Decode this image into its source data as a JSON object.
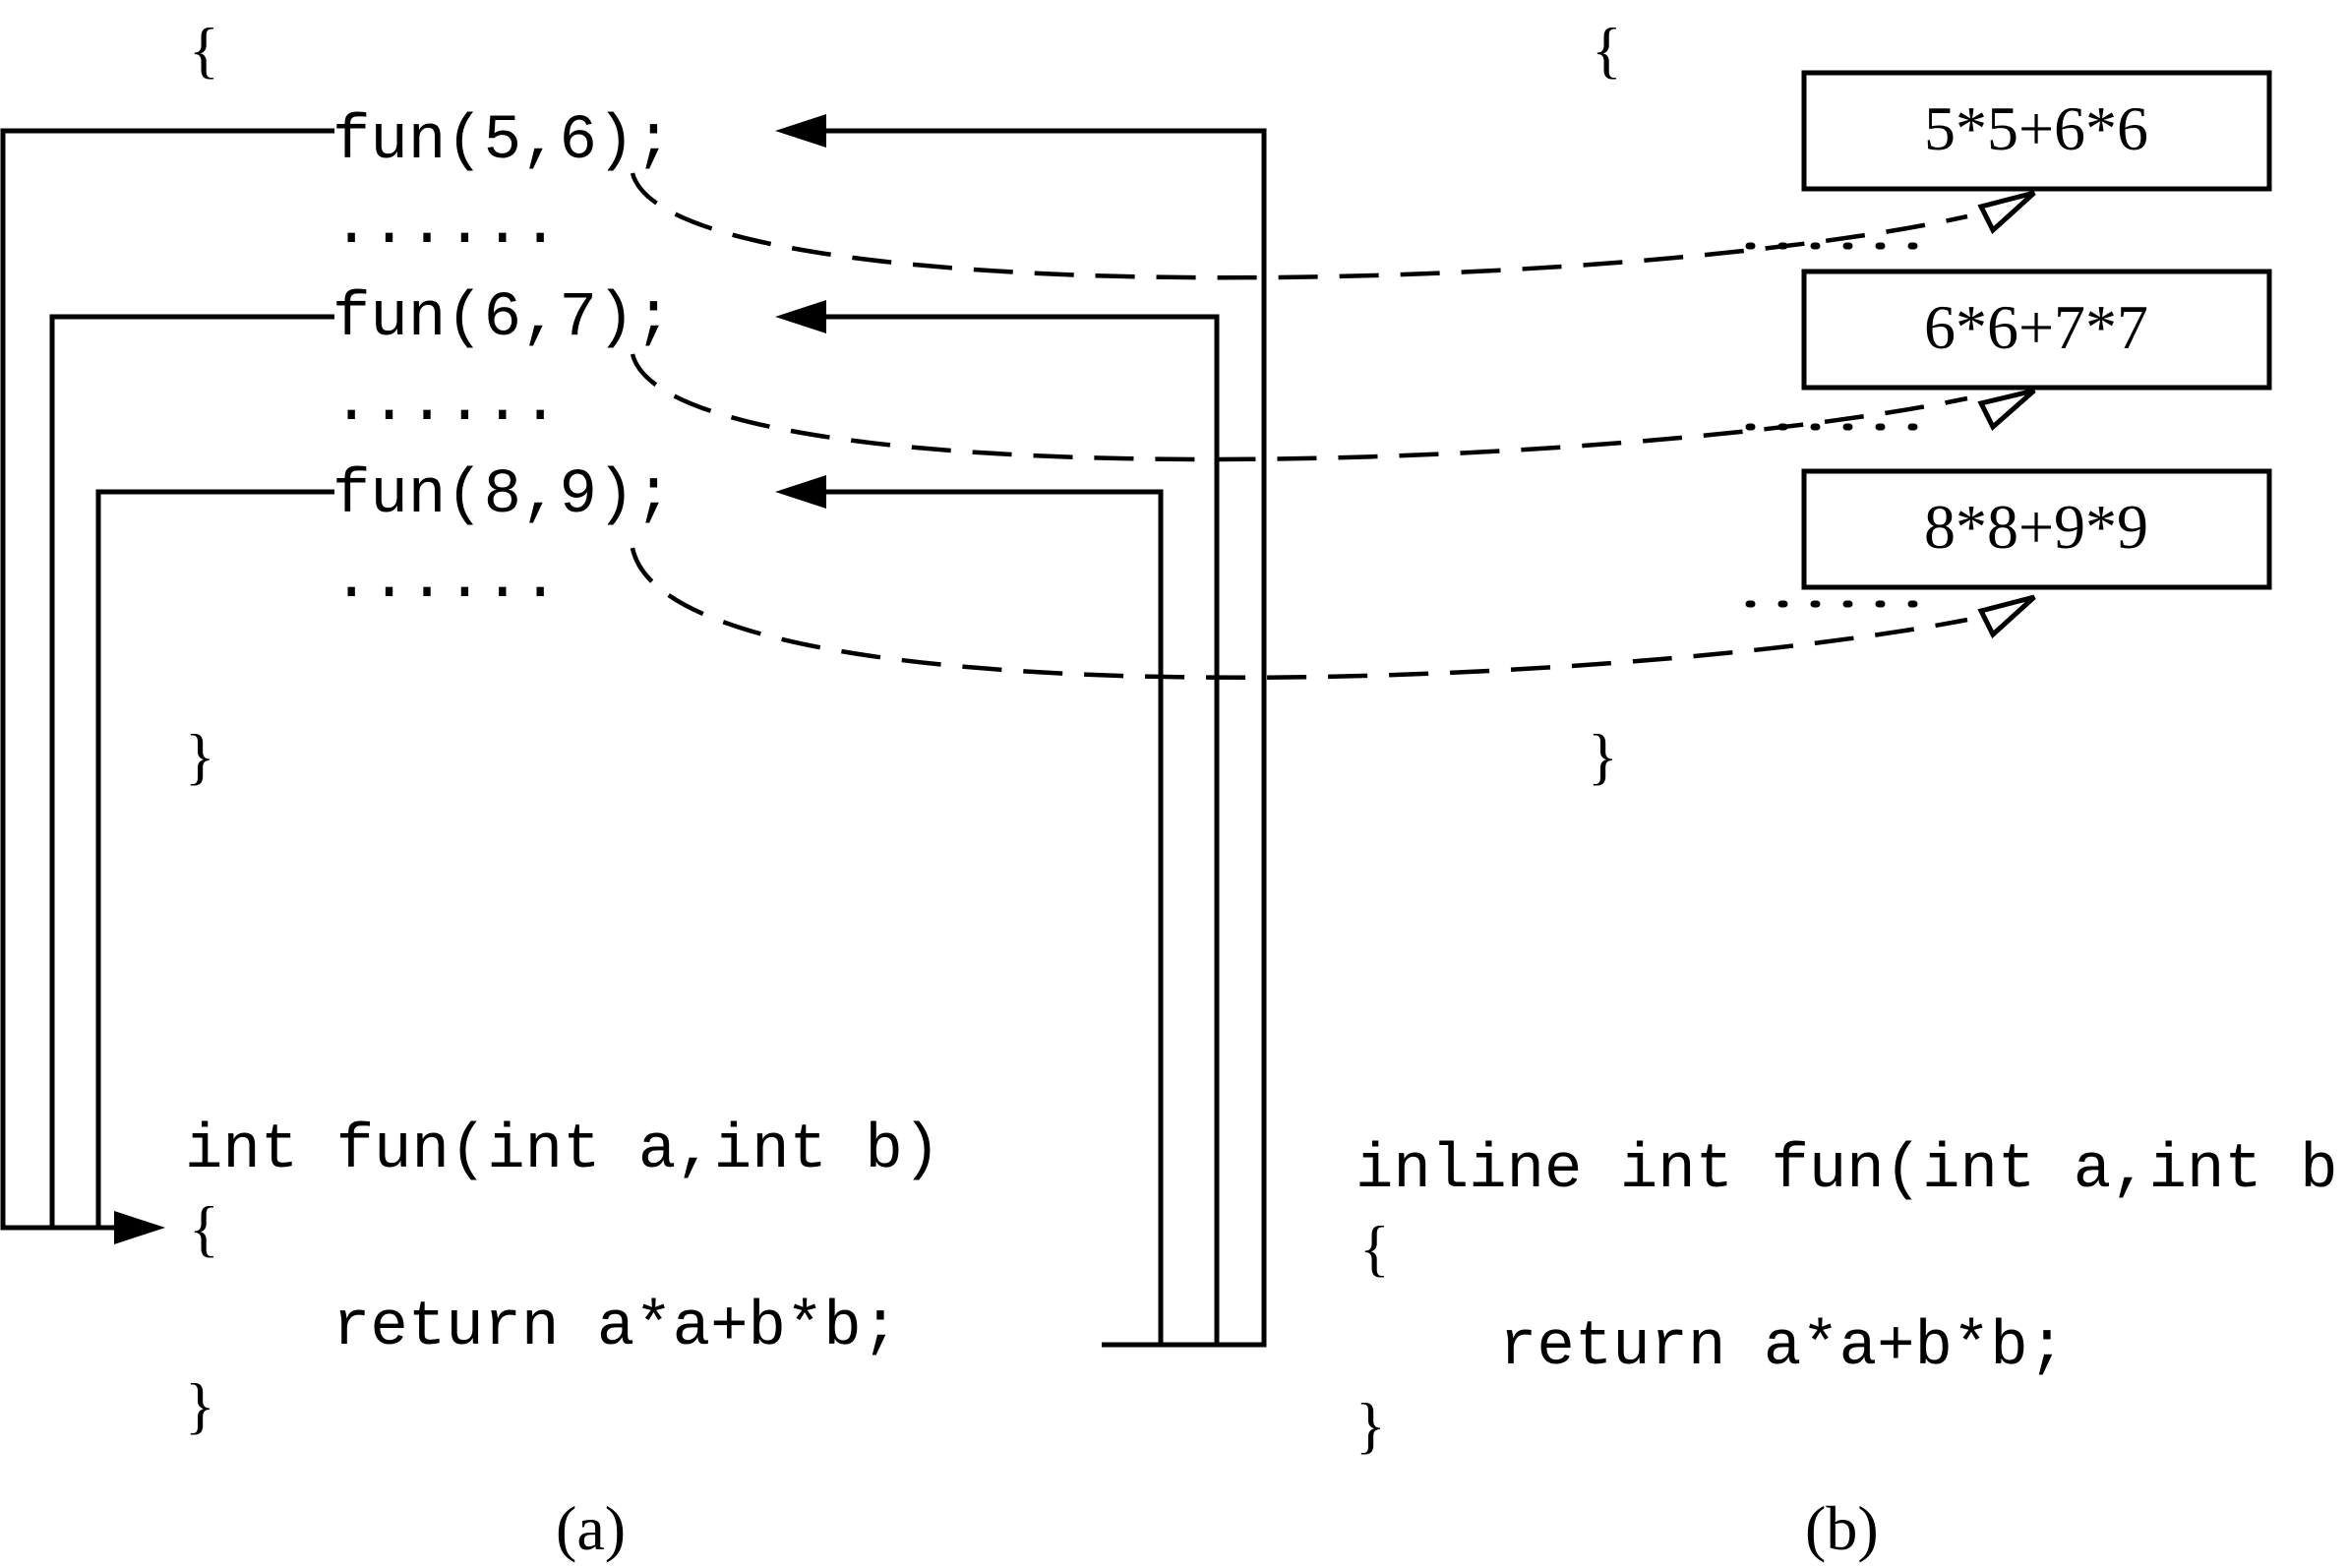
{
  "panel_a": {
    "open_brace": "{",
    "calls": [
      "fun(5,6);",
      "fun(6,7);",
      "fun(8,9);"
    ],
    "ellipsis": "......",
    "close_brace": "}",
    "func_signature": "int fun(int a,int b)",
    "func_open": "{",
    "func_body": "return a*a+b*b;",
    "func_close": "}",
    "caption": "(a)"
  },
  "panel_b": {
    "open_brace": "{",
    "expansions": [
      "5*5+6*6",
      "6*6+7*7",
      "8*8+9*9"
    ],
    "ellipsis": "......",
    "close_brace": "}",
    "func_signature": "inline int fun(int a,int b)",
    "func_open": "{",
    "func_body": "return a*a+b*b;",
    "func_close": "}",
    "caption": "(b)"
  }
}
